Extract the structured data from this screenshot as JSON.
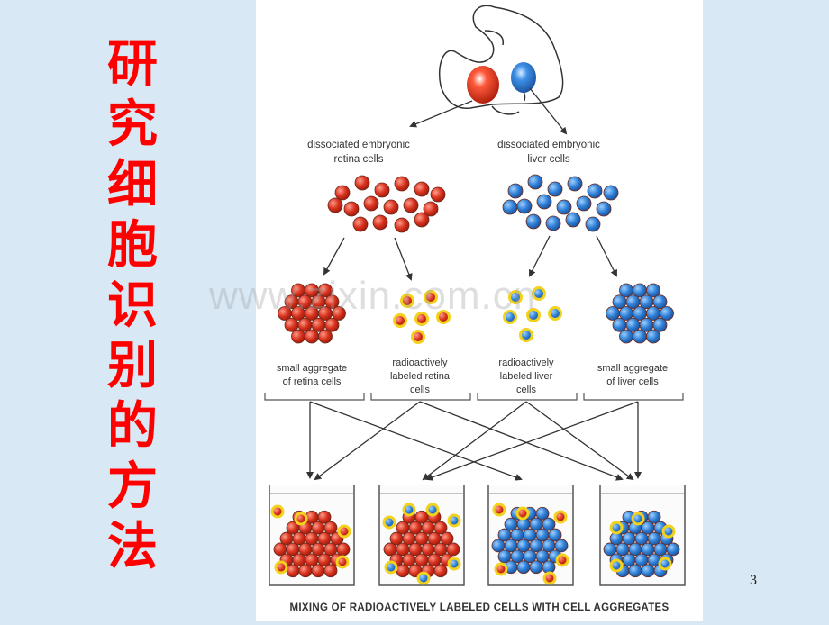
{
  "title_chars": [
    "研",
    "究",
    "细",
    "胞",
    "识",
    "别",
    "的",
    "方",
    "法"
  ],
  "page_number": "3",
  "watermark": "www.zixin.com.cn",
  "colors": {
    "retina": "#d8321e",
    "liver": "#2e7fd6",
    "label_ring": "#f2d21c",
    "title": "#ff0000"
  },
  "diagram": {
    "source_left": [
      "dissociated embryonic",
      "retina cells"
    ],
    "source_right": [
      "dissociated embryonic",
      "liver cells"
    ],
    "box1": [
      "small aggregate",
      "of retina cells"
    ],
    "box2": [
      "radioactively",
      "labeled retina",
      "cells"
    ],
    "box3": [
      "radioactively",
      "labeled liver",
      "cells"
    ],
    "box4": [
      "small aggregate",
      "of liver cells"
    ],
    "caption": "MIXING OF RADIOACTIVELY LABELED CELLS WITH CELL AGGREGATES"
  }
}
